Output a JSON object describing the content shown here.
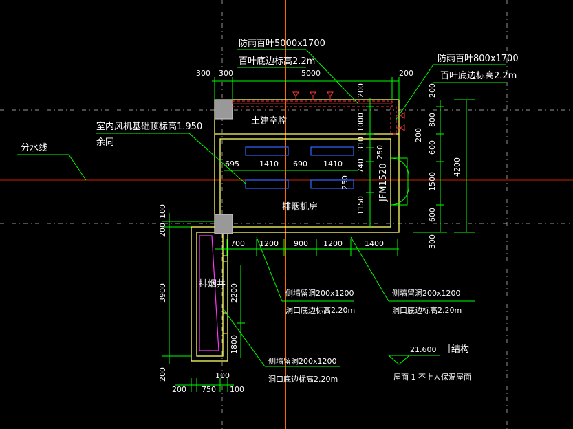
{
  "labels": {
    "louver_top_title": "防雨百叶5000x1700",
    "louver_top_sill": "百叶底边标高2.2m",
    "louver_right_title": "防雨百叶800x1700",
    "louver_right_sill": "百叶底边标高2.2m",
    "civil_plenum": "土建空腔",
    "fan_base_line1": "室内风机基础顶标高1.950",
    "fan_base_line2": "余同",
    "water_line": "分水线",
    "smoke_room": "排烟机房",
    "smoke_shaft": "排烟井",
    "door_tag": "JFM1520",
    "hole_a_title": "侧墙留洞200x1200",
    "hole_a_sill": "洞口底边标高2.20m",
    "hole_b_title": "侧墙留洞200x1200",
    "hole_b_sill": "洞口底边标高2.20m",
    "hole_c_title": "侧墙留洞200x1200",
    "hole_c_sill": "洞口底边标高2.20m",
    "elev_value": "21.600",
    "elev_type": "结构",
    "roof_note": "屋面   1 不上人保温屋面"
  },
  "dims": {
    "top_300a": "300",
    "top_300b": "300",
    "top_5000": "5000",
    "top_200": "200",
    "v_200_top": "200",
    "v_1000": "1000",
    "v_310": "310",
    "v_250a": "250",
    "v_740": "740",
    "v_250b": "250",
    "v_1150": "1150",
    "h_695": "695",
    "h_1410a": "1410",
    "h_690": "690",
    "h_1410b": "1410",
    "r_200": "200",
    "r_800": "800",
    "r_200b": "200",
    "r_600a": "600",
    "r_1500": "1500",
    "r_600b": "600",
    "r_4200": "4200",
    "r_300": "300",
    "b_700": "700",
    "b_1200a": "1200",
    "b_900": "900",
    "b_1200b": "1200",
    "b_1400": "1400",
    "l_100": "100",
    "l_200": "200",
    "l_3900": "3900",
    "l_2200": "2200",
    "l_1800": "1800",
    "l_200b": "200",
    "bb_200": "200",
    "bb_750": "750",
    "bb_100": "100",
    "bb_100b": "100"
  },
  "colors": {
    "background": "#000000",
    "dimension": "#00ff00",
    "wall": "#ffff66",
    "text": "#ffffff",
    "axis": "#ff6600",
    "louver": "#ff3333",
    "fan": "#3366ff",
    "shaft": "#ff33ff",
    "column": "#999999"
  }
}
